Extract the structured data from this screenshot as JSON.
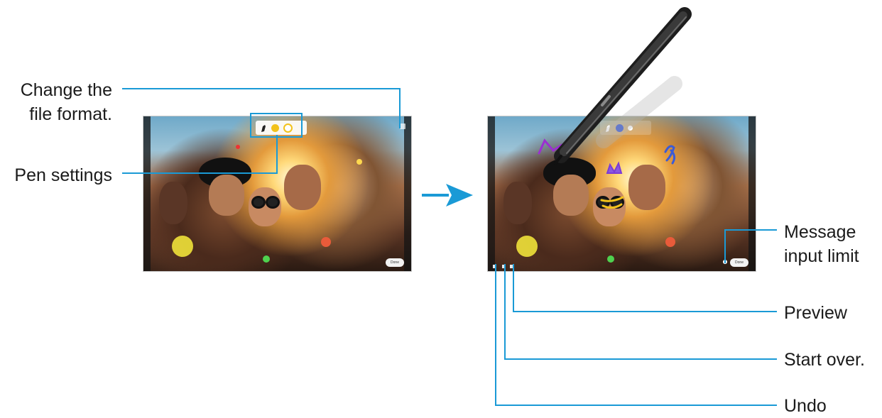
{
  "labels": {
    "change_format_line1": "Change the",
    "change_format_line2": "file format.",
    "pen_settings": "Pen settings",
    "message_limit_line1": "Message",
    "message_limit_line2": "input limit",
    "preview": "Preview",
    "start_over": "Start over.",
    "undo": "Undo"
  },
  "left_screen": {
    "done_button": "Done"
  },
  "right_screen": {
    "done_button": "Done"
  },
  "colors": {
    "callout_line": "#1a9ad6",
    "pen_yellow": "#f2c21b",
    "pen_blue": "#3b5bd6",
    "doodle_purple": "#9b2fd1",
    "arrow": "#1a9ad6"
  }
}
